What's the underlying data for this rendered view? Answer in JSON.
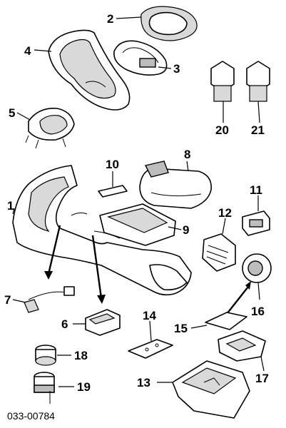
{
  "callouts": {
    "c1": "1",
    "c2": "2",
    "c3": "3",
    "c4": "4",
    "c5": "5",
    "c6": "6",
    "c7": "7",
    "c8": "8",
    "c9": "9",
    "c10": "10",
    "c11": "11",
    "c12": "12",
    "c13": "13",
    "c14": "14",
    "c15": "15",
    "c16": "16",
    "c17": "17",
    "c18": "18",
    "c19": "19",
    "c20": "20",
    "c21": "21"
  },
  "diagram_code": "033-00784"
}
